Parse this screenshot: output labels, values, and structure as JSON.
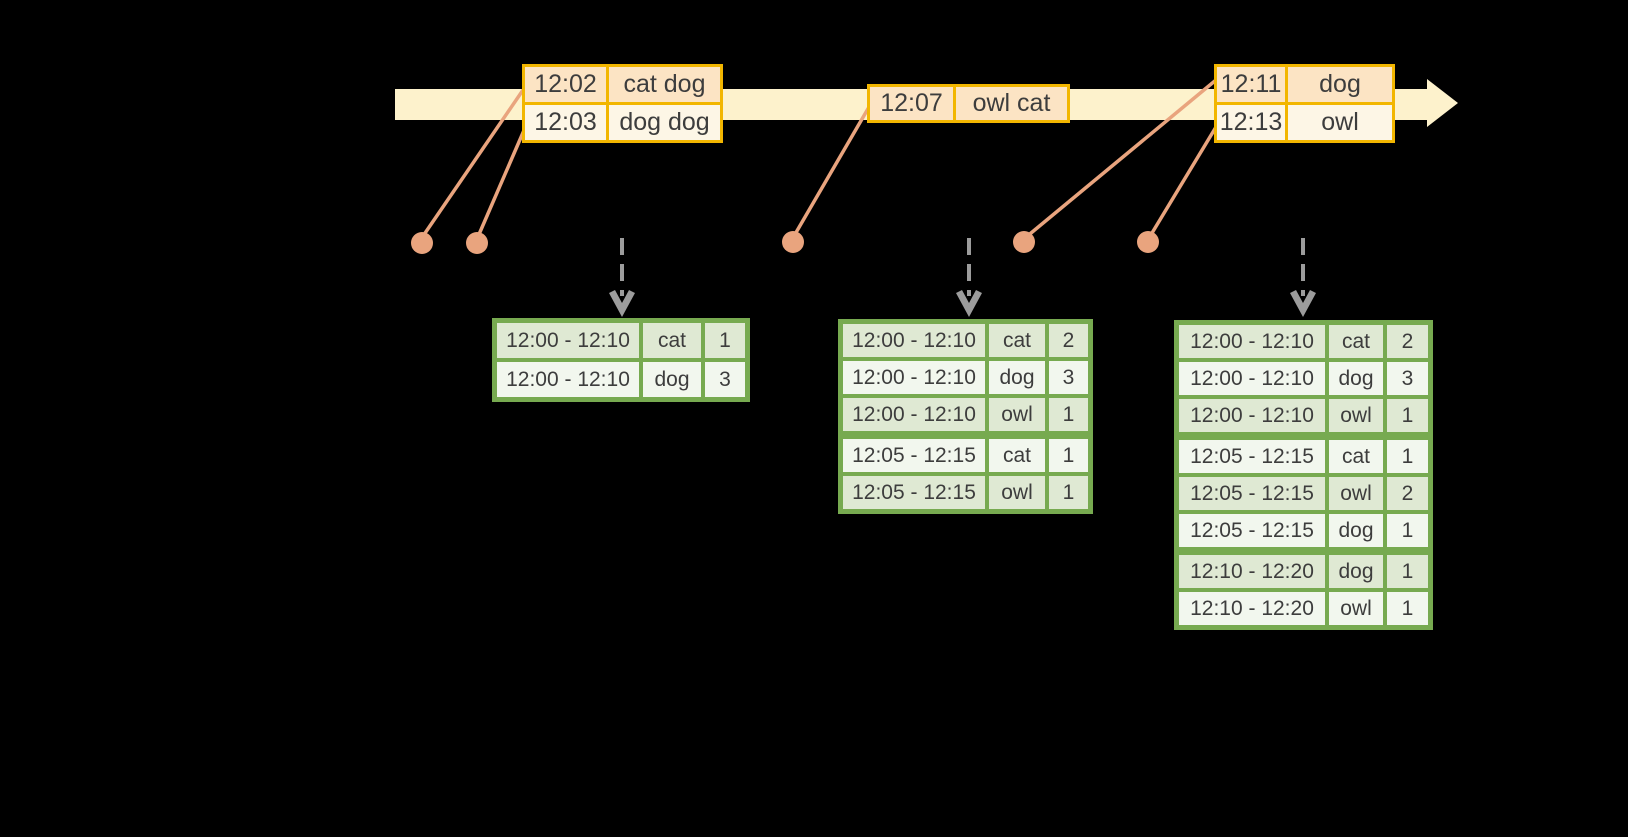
{
  "timeline": {
    "events": [
      {
        "time": "12:02",
        "words": "cat dog"
      },
      {
        "time": "12:03",
        "words": "dog dog"
      },
      {
        "time": "12:07",
        "words": "owl cat"
      },
      {
        "time": "12:11",
        "words": "dog"
      },
      {
        "time": "12:13",
        "words": "owl"
      }
    ]
  },
  "result_tables": [
    {
      "rows": [
        {
          "window": "12:00 - 12:10",
          "word": "cat",
          "count": "1"
        },
        {
          "window": "12:00 - 12:10",
          "word": "dog",
          "count": "3"
        }
      ]
    },
    {
      "rows": [
        {
          "window": "12:00 - 12:10",
          "word": "cat",
          "count": "2"
        },
        {
          "window": "12:00 - 12:10",
          "word": "dog",
          "count": "3"
        },
        {
          "window": "12:00 - 12:10",
          "word": "owl",
          "count": "1"
        },
        {
          "window": "12:05 - 12:15",
          "word": "cat",
          "count": "1"
        },
        {
          "window": "12:05 - 12:15",
          "word": "owl",
          "count": "1"
        }
      ]
    },
    {
      "rows": [
        {
          "window": "12:00 - 12:10",
          "word": "cat",
          "count": "2"
        },
        {
          "window": "12:00 - 12:10",
          "word": "dog",
          "count": "3"
        },
        {
          "window": "12:00 - 12:10",
          "word": "owl",
          "count": "1"
        },
        {
          "window": "12:05 - 12:15",
          "word": "cat",
          "count": "1"
        },
        {
          "window": "12:05 - 12:15",
          "word": "owl",
          "count": "2"
        },
        {
          "window": "12:05 - 12:15",
          "word": "dog",
          "count": "1"
        },
        {
          "window": "12:10 - 12:20",
          "word": "dog",
          "count": "1"
        },
        {
          "window": "12:10 - 12:20",
          "word": "owl",
          "count": "1"
        }
      ]
    }
  ],
  "colors": {
    "background": "#000000",
    "timeline_fill": "#fdf2cc",
    "event_border": "#f2b600",
    "event_row_dark": "#fce4c4",
    "event_row_light": "#fdf6e6",
    "connector": "#e9a47e",
    "table_border": "#77aa50",
    "table_row_dark": "#dfe9d3",
    "table_row_light": "#f2f7ee",
    "output_arrow": "#9c9c9c",
    "text": "#3d3d3d"
  }
}
